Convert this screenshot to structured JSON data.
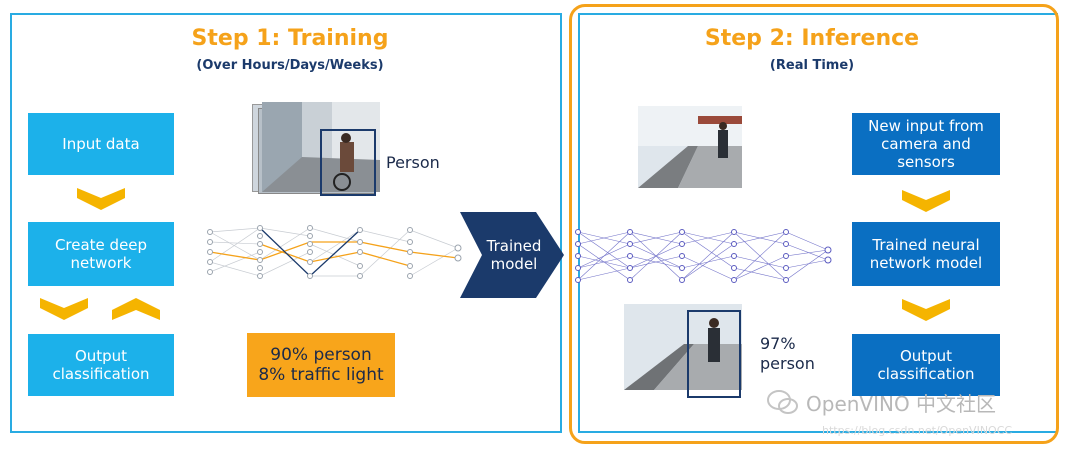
{
  "training": {
    "title": "Step 1: Training",
    "subtitle": "(Over Hours/Days/Weeks)",
    "input_box": "Input data",
    "network_box": "Create deep network",
    "output_box": "Output classification",
    "photo_label": "Person",
    "result_line1": "90% person",
    "result_line2": "8% traffic light"
  },
  "trained_model": "Trained model",
  "inference": {
    "title": "Step 2: Inference",
    "subtitle": "(Real Time)",
    "input_box": "New input from camera and sensors",
    "network_box": "Trained neural network model",
    "output_box": "Output classification",
    "result_line1": "97%",
    "result_line2": "person"
  },
  "watermark": "OpenVINO 中文社区",
  "url_text": "https://blog.csdn.net/OpenVINOCC"
}
